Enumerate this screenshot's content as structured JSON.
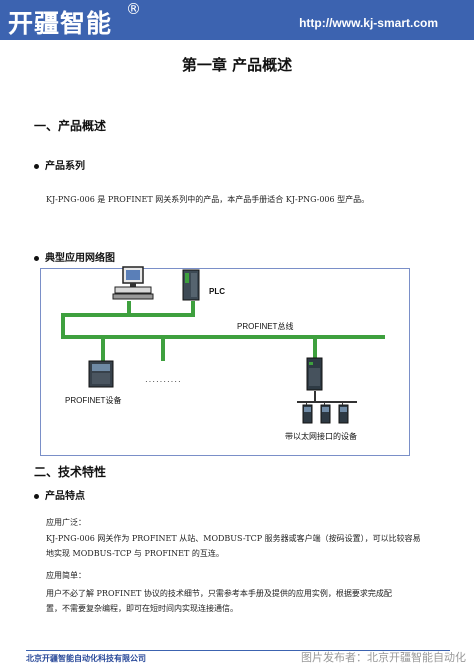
{
  "header": {
    "logo": "开疆智能",
    "reg_mark": "®",
    "url": "http://www.kj-smart.com"
  },
  "chapter_title": "第一章 产品概述",
  "section1": {
    "title": "一、产品概述",
    "series_heading": "产品系列",
    "series_text": "KJ-PNG-006 是 PROFINET 网关系列中的产品，本产品手册适合 KJ-PNG-006 型产品。",
    "diagram_heading": "典型应用网络图"
  },
  "diagram": {
    "plc_label": "PLC",
    "bus_label": "PROFINET总线",
    "device_label": "PROFINET设备",
    "dots": "··········",
    "eth_label": "带以太网接口的设备"
  },
  "section2": {
    "title": "二、技术特性",
    "feature_heading": "产品特点",
    "app_title": "应用广泛：",
    "app_line1": "KJ-PNG-006 网关作为 PROFINET 从站、MODBUS-TCP 服务器或客户端（按码设置），可以比较容易",
    "app_line2": "地实现 MODBUS-TCP 与 PROFINET 的互连。",
    "simple_title": "应用简单：",
    "simple_line1": "用户不必了解 PROFINET 协议的技术细节，只需参考本手册及提供的应用实例，根据要求完成配",
    "simple_line2": "置，不需要复杂编程，即可在短时间内实现连接通信。"
  },
  "footer": {
    "company": "北京开疆智能自动化科技有限公司",
    "watermark": "图片发布者：北京开疆智能自动化"
  },
  "colors": {
    "header_bg": "#3c63b0",
    "bus_green": "#3ea03e"
  }
}
